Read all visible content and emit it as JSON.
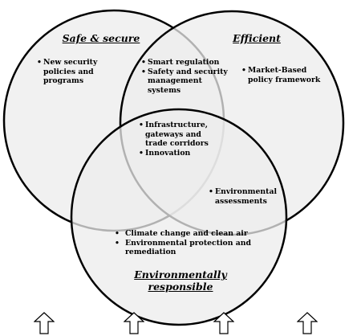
{
  "circles": [
    {
      "name": "Safe & secure"
    },
    {
      "name": "Efficient"
    },
    {
      "name": "Environmentally responsible"
    }
  ],
  "headings": {
    "safe_secure": "Safe & secure",
    "efficient": "Efficient",
    "env_line1": "Environmentally",
    "env_line2": "responsible"
  },
  "regions": {
    "safe_only": [
      "New security policies and programs"
    ],
    "safe_efficient": [
      "Smart regulation",
      "Safety and security management systems"
    ],
    "efficient_only": [
      "Market-Based policy framework"
    ],
    "all_three": [
      "Infrastructure, gateways and trade corridors",
      "Innovation"
    ],
    "efficient_env": [
      "Environmental assessments"
    ],
    "env_only": [
      "Climate change and clean air",
      "Environmental protection and remediation"
    ]
  },
  "bottom_arrows": {
    "count": 4,
    "style": "hollow-up-arrow"
  },
  "colors": {
    "fill": "#ececec",
    "stroke": "#000000"
  }
}
